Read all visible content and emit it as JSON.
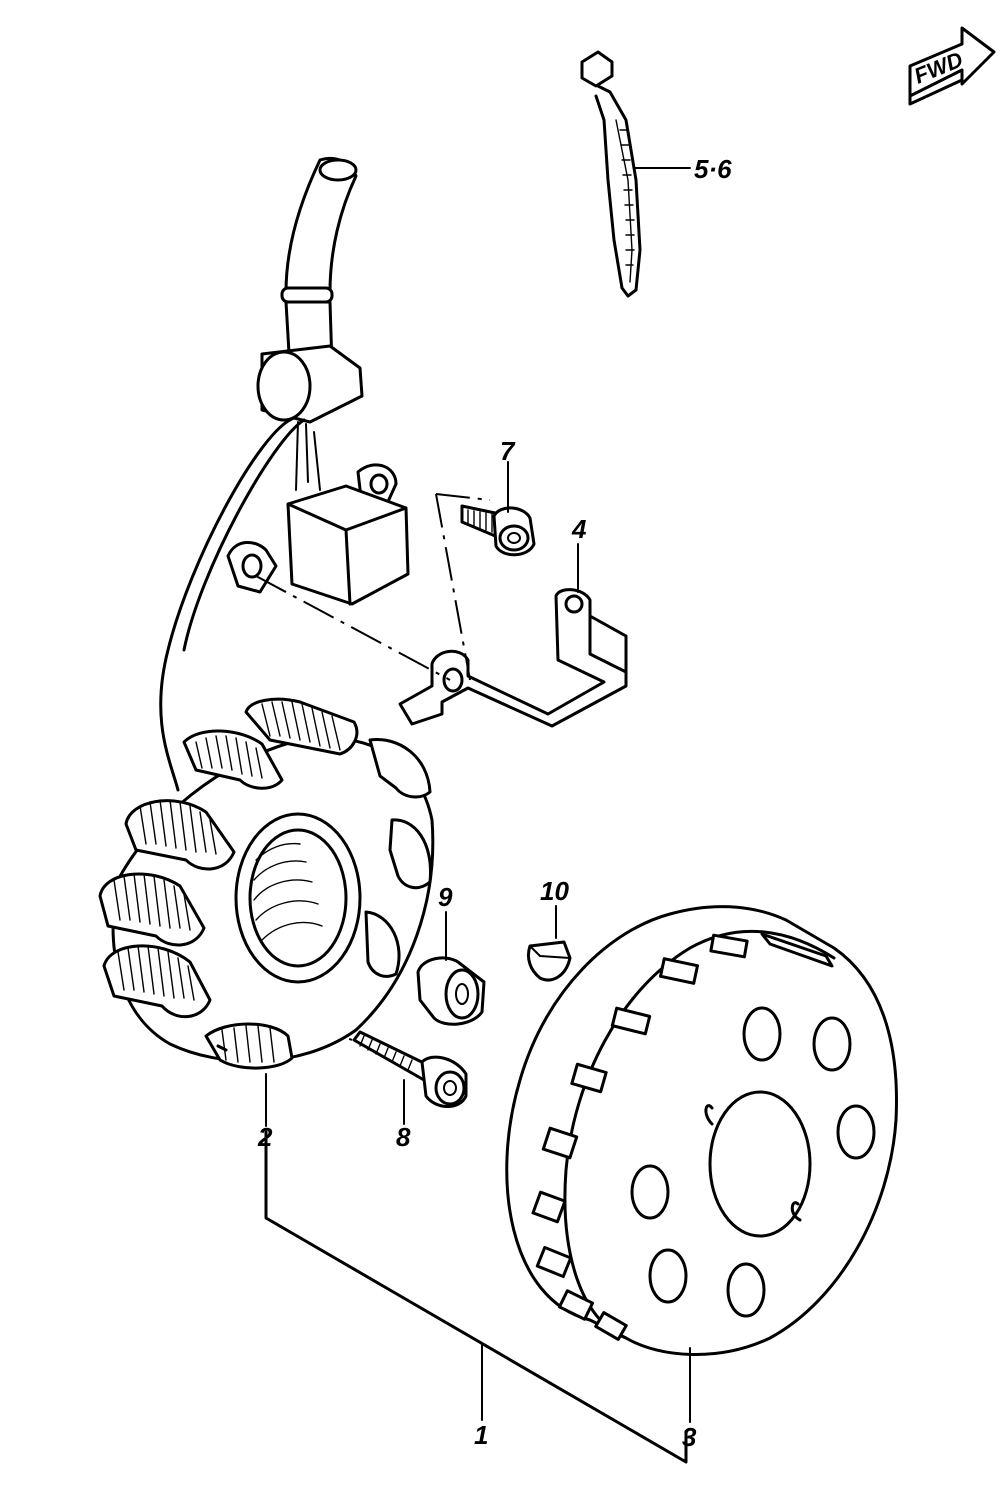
{
  "fwd_marker": {
    "text": "FWD"
  },
  "callouts": [
    {
      "id": "callout-5-6",
      "text": "5·6"
    },
    {
      "id": "callout-7",
      "text": "7"
    },
    {
      "id": "callout-4",
      "text": "4"
    },
    {
      "id": "callout-9",
      "text": "9"
    },
    {
      "id": "callout-10",
      "text": "10"
    },
    {
      "id": "callout-2",
      "text": "2"
    },
    {
      "id": "callout-8",
      "text": "8"
    },
    {
      "id": "callout-1",
      "text": "1"
    },
    {
      "id": "callout-3",
      "text": "3"
    }
  ]
}
